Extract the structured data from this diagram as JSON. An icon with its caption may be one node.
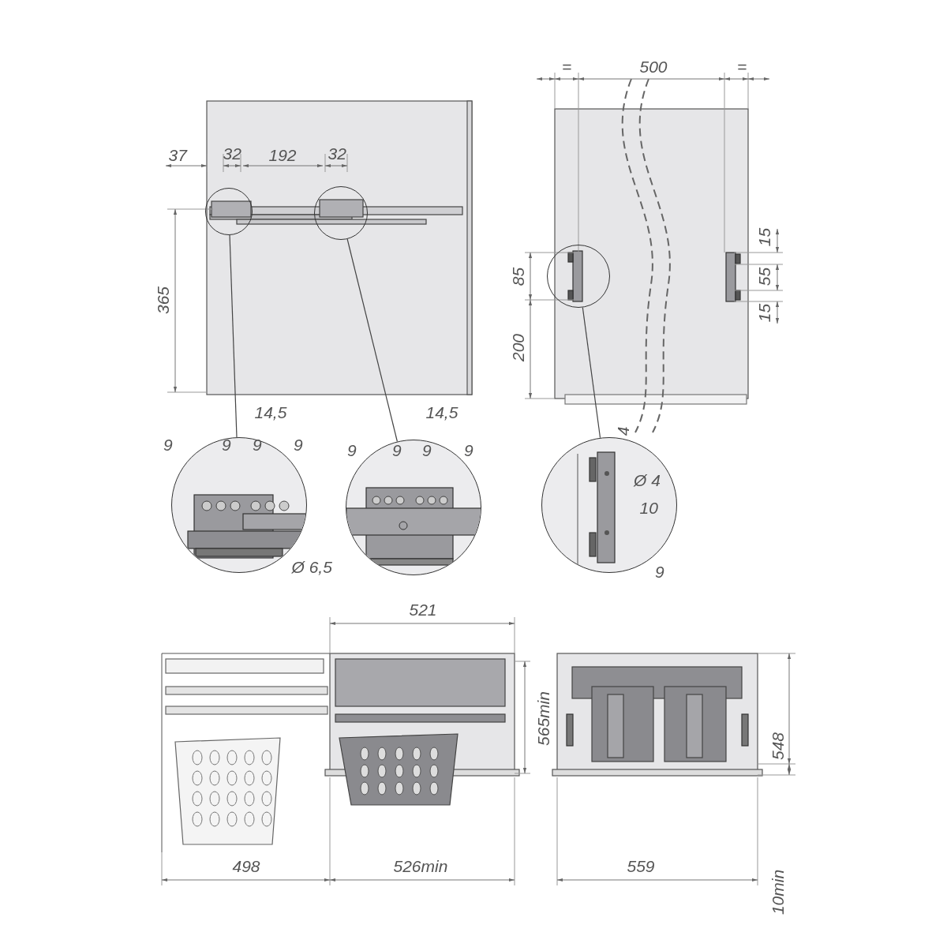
{
  "diagram": {
    "nodes": [
      {
        "text": [],
        "shape": "circle"
      },
      {
        "text": [],
        "shape": "circle"
      },
      {
        "text": [],
        "shape": "circle"
      },
      {
        "text": [],
        "shape": "circle"
      },
      {
        "text": [],
        "shape": "circle"
      },
      {
        "text": [],
        "shape": "circle"
      }
    ],
    "edges": [
      {
        "from": 0,
        "to": 3,
        "arrow": "none"
      },
      {
        "from": 1,
        "to": 4,
        "arrow": "none"
      },
      {
        "from": 2,
        "to": 5,
        "arrow": "none"
      }
    ],
    "labels": [
      "=",
      "500",
      "=",
      "37",
      "32",
      "192",
      "32",
      "365",
      "15",
      "85",
      "55",
      "15",
      "200",
      "14,5",
      "14,5",
      "9",
      "9",
      "9",
      "9",
      "9",
      "9",
      "9",
      "9",
      "4",
      "Ø 4",
      "10",
      "Ø 6,5",
      "9",
      "521",
      "565min",
      "548",
      "498",
      "526min",
      "559",
      "10min"
    ]
  }
}
